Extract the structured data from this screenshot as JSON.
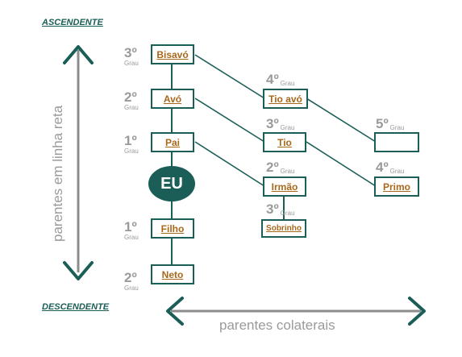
{
  "labels": {
    "ascendente": "ASCENDENTE",
    "descendente": "DESCENDENTE",
    "vertical_axis": "parentes em linha reta",
    "horizontal_axis": "parentes colaterais"
  },
  "grau_word": "Grau",
  "center": {
    "label": "EU"
  },
  "nodes": {
    "bisavo": {
      "label": "Bisavó",
      "degree": "3º"
    },
    "avo": {
      "label": "Avó",
      "degree": "2º"
    },
    "pai": {
      "label": "Pai",
      "degree": "1º"
    },
    "filho": {
      "label": "Filho",
      "degree": "1º"
    },
    "neto": {
      "label": "Neto",
      "degree": "2º"
    },
    "tio_avo": {
      "label": "Tio avó",
      "degree": "4º"
    },
    "tio": {
      "label": "Tio",
      "degree": "3º"
    },
    "irmao": {
      "label": "Irmão",
      "degree": "2º"
    },
    "sobrinho": {
      "label": "Sobrinho",
      "degree": "3º"
    },
    "quinto": {
      "label": "",
      "degree": "5º"
    },
    "primo": {
      "label": "Primo",
      "degree": "4º"
    }
  },
  "colors": {
    "line": "#1b5e57",
    "label": "#a8681a",
    "degree": "#9a9a9a",
    "arrow": "#8c8c8c"
  }
}
